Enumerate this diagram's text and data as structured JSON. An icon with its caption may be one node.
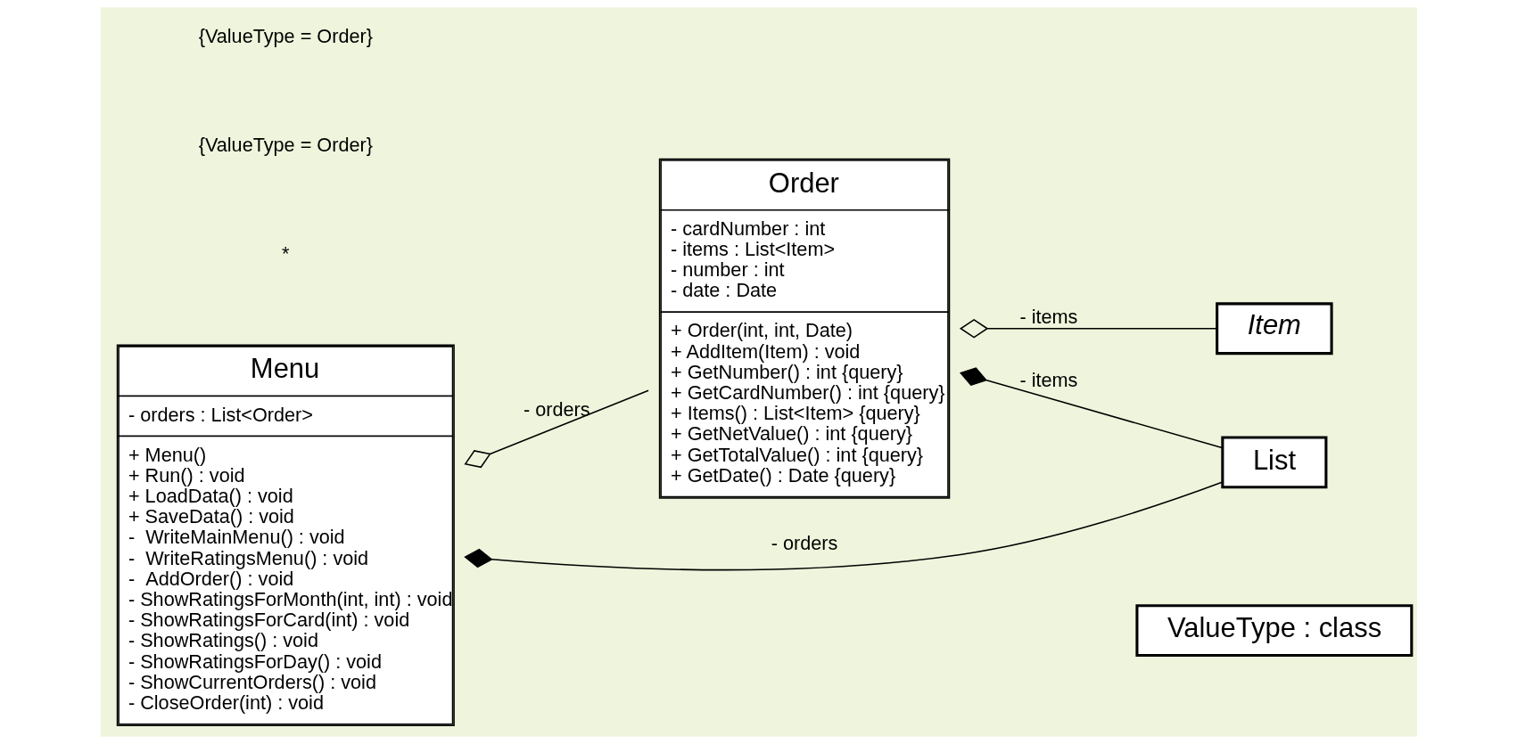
{
  "diagram": {
    "nodes": [
      {
        "text": [
          "Order",
          "- cardNumber : int",
          "- items : List<Item>",
          "- number : int",
          "- date : Date",
          "+ Order(int, int, Date)",
          "+ AddItem(Item) : void",
          "+ GetNumber() : int {query}",
          "+ GetCardNumber() : int {query}",
          "+ Items() : List<Item> {query}",
          "+ GetNetValue() : int {query}",
          "+ GetTotalValue() : int {query}",
          "+ GetDate() : Date {query}"
        ]
      },
      {
        "text": [
          "Item"
        ]
      },
      {
        "text": [
          "Menu",
          "- orders : List<Order>",
          "+ Menu()",
          "+ Run() : void",
          "+ LoadData() : void",
          "+ SaveData() : void",
          "-  WriteMainMenu() : void",
          "-  WriteRatingsMenu() : void",
          "-  AddOrder() : void",
          "- ShowRatingsForMonth(int, int) : void",
          "- ShowRatingsForCard(int) : void",
          "- ShowRatings() : void",
          "- ShowRatingsForDay() : void",
          "- ShowCurrentOrders() : void",
          "- CloseOrder(int) : void"
        ]
      },
      {
        "text": [
          "List"
        ]
      },
      {
        "text": [
          "ValueType : class"
        ]
      }
    ],
    "edges": [
      {
        "from": 0,
        "to": 1,
        "arrow": "other",
        "label": "- items"
      },
      {
        "from": 2,
        "to": 0,
        "arrow": "other",
        "label": "- orders"
      },
      {
        "from": 0,
        "to": 3,
        "arrow": "other",
        "label": "- items"
      },
      {
        "from": 2,
        "to": 3,
        "arrow": "other",
        "label": "- orders"
      }
    ],
    "labels": [
      "*",
      "{ValueType = Order}",
      "{ValueType = Order}"
    ]
  }
}
